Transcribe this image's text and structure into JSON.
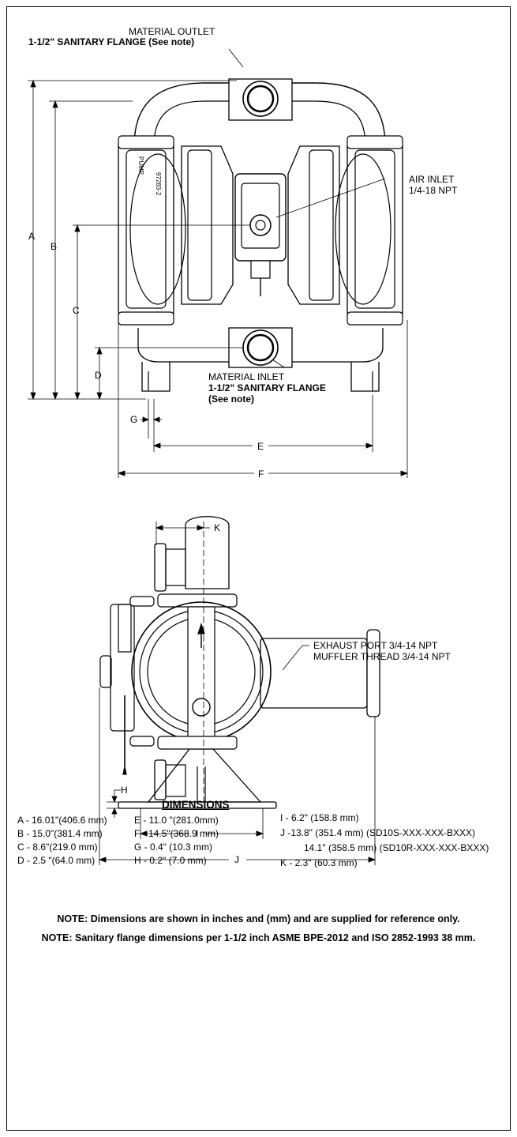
{
  "top_view": {
    "outlet_label": "MATERIAL OUTLET",
    "outlet_flange": "1-1/2\" SANITARY FLANGE (See note)",
    "air_inlet_label": "AIR INLET",
    "air_inlet_thread": "1/4-18 NPT",
    "inlet_label": "MATERIAL INLET",
    "inlet_flange": "1-1/2\" SANITARY FLANGE",
    "inlet_note": "(See note)",
    "body_stamp_1": "PUMP",
    "body_stamp_2": "97283-2",
    "letters": {
      "A": "A",
      "B": "B",
      "C": "C",
      "D": "D",
      "E": "E",
      "F": "F",
      "G": "G"
    }
  },
  "side_view": {
    "exhaust_port": "EXHAUST PORT 3/4-14 NPT",
    "muffler_thread": "MUFFLER THREAD 3/4-14 NPT",
    "letters": {
      "H": "H",
      "I": "I",
      "J": "J",
      "K": "K"
    }
  },
  "dimensions": {
    "title": "DIMENSIONS",
    "col1": [
      "A - 16.01\"(406.6 mm)",
      "B - 15.0\"(381.4 mm)",
      "C - 8.6\"(219.0 mm)",
      "D - 2.5 \"(64.0 mm)"
    ],
    "col2": [
      "E - 11.0 \"(281.0mm)",
      "F - 14.5\"(368.9 mm)",
      "G - 0.4\" (10.3 mm)",
      "H - 0.2\" (7.0 mm)"
    ],
    "col3": [
      "I - 6.2\" (158.8 mm)",
      "J -13.8\" (351.4 mm) (SD10S-XXX-XXX-BXXX)",
      "14.1\" (358.5 mm) (SD10R-XXX-XXX-BXXX)",
      "K - 2.3\" (60.3 mm)"
    ]
  },
  "notes": [
    "NOTE: Dimensions are shown in inches and (mm) and are supplied for reference only.",
    "NOTE: Sanitary flange dimensions per 1-1/2 inch ASME BPE-2012 and ISO 2852-1993 38 mm."
  ]
}
